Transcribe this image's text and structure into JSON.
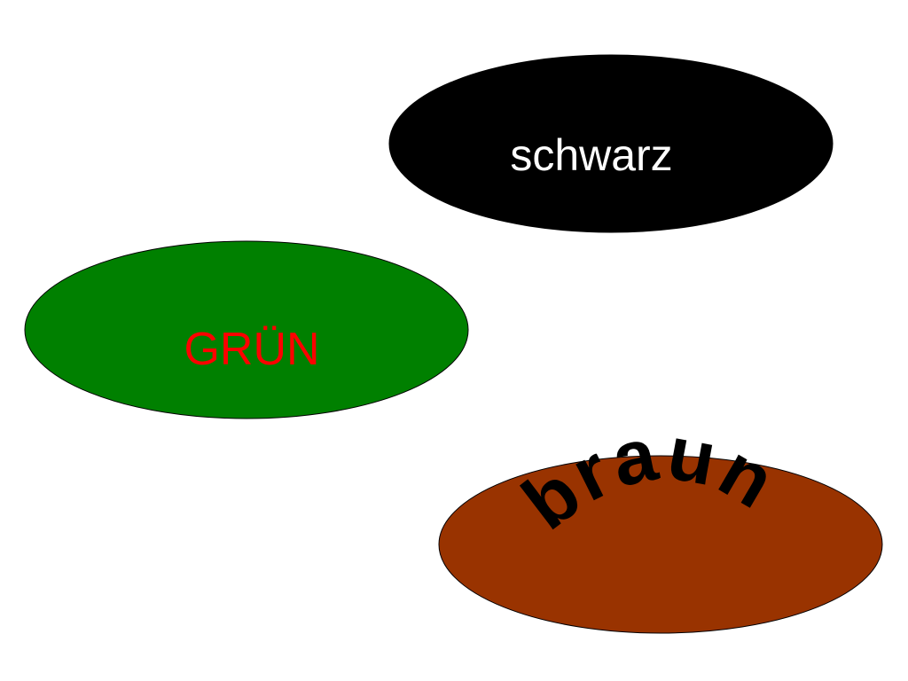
{
  "shapes": {
    "black_ellipse": {
      "label": "schwarz",
      "fill": "#000000",
      "text_color": "#ffffff"
    },
    "green_ellipse": {
      "label": "GRÜN",
      "fill": "#008000",
      "text_color": "#ff0000"
    },
    "brown_ellipse": {
      "label": "braun",
      "fill": "#993300",
      "text_color": "#000000"
    }
  }
}
